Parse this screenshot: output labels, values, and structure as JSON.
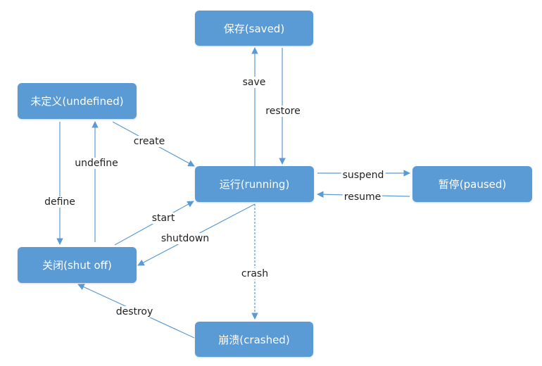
{
  "nodes": {
    "saved": "保存(saved)",
    "undefined": "未定义(undefined)",
    "running": "运行(running)",
    "paused": "暂停(paused)",
    "shutoff": "关闭(shut off)",
    "crashed": "崩溃(crashed)"
  },
  "edges": {
    "save": "save",
    "restore": "restore",
    "create": "create",
    "undefine": "undefine",
    "define": "define",
    "suspend": "suspend",
    "resume": "resume",
    "start": "start",
    "shutdown": "shutdown",
    "crash": "crash",
    "destroy": "destroy"
  },
  "colors": {
    "node_fill": "#5b9bd5",
    "edge": "#5b9bd5"
  }
}
